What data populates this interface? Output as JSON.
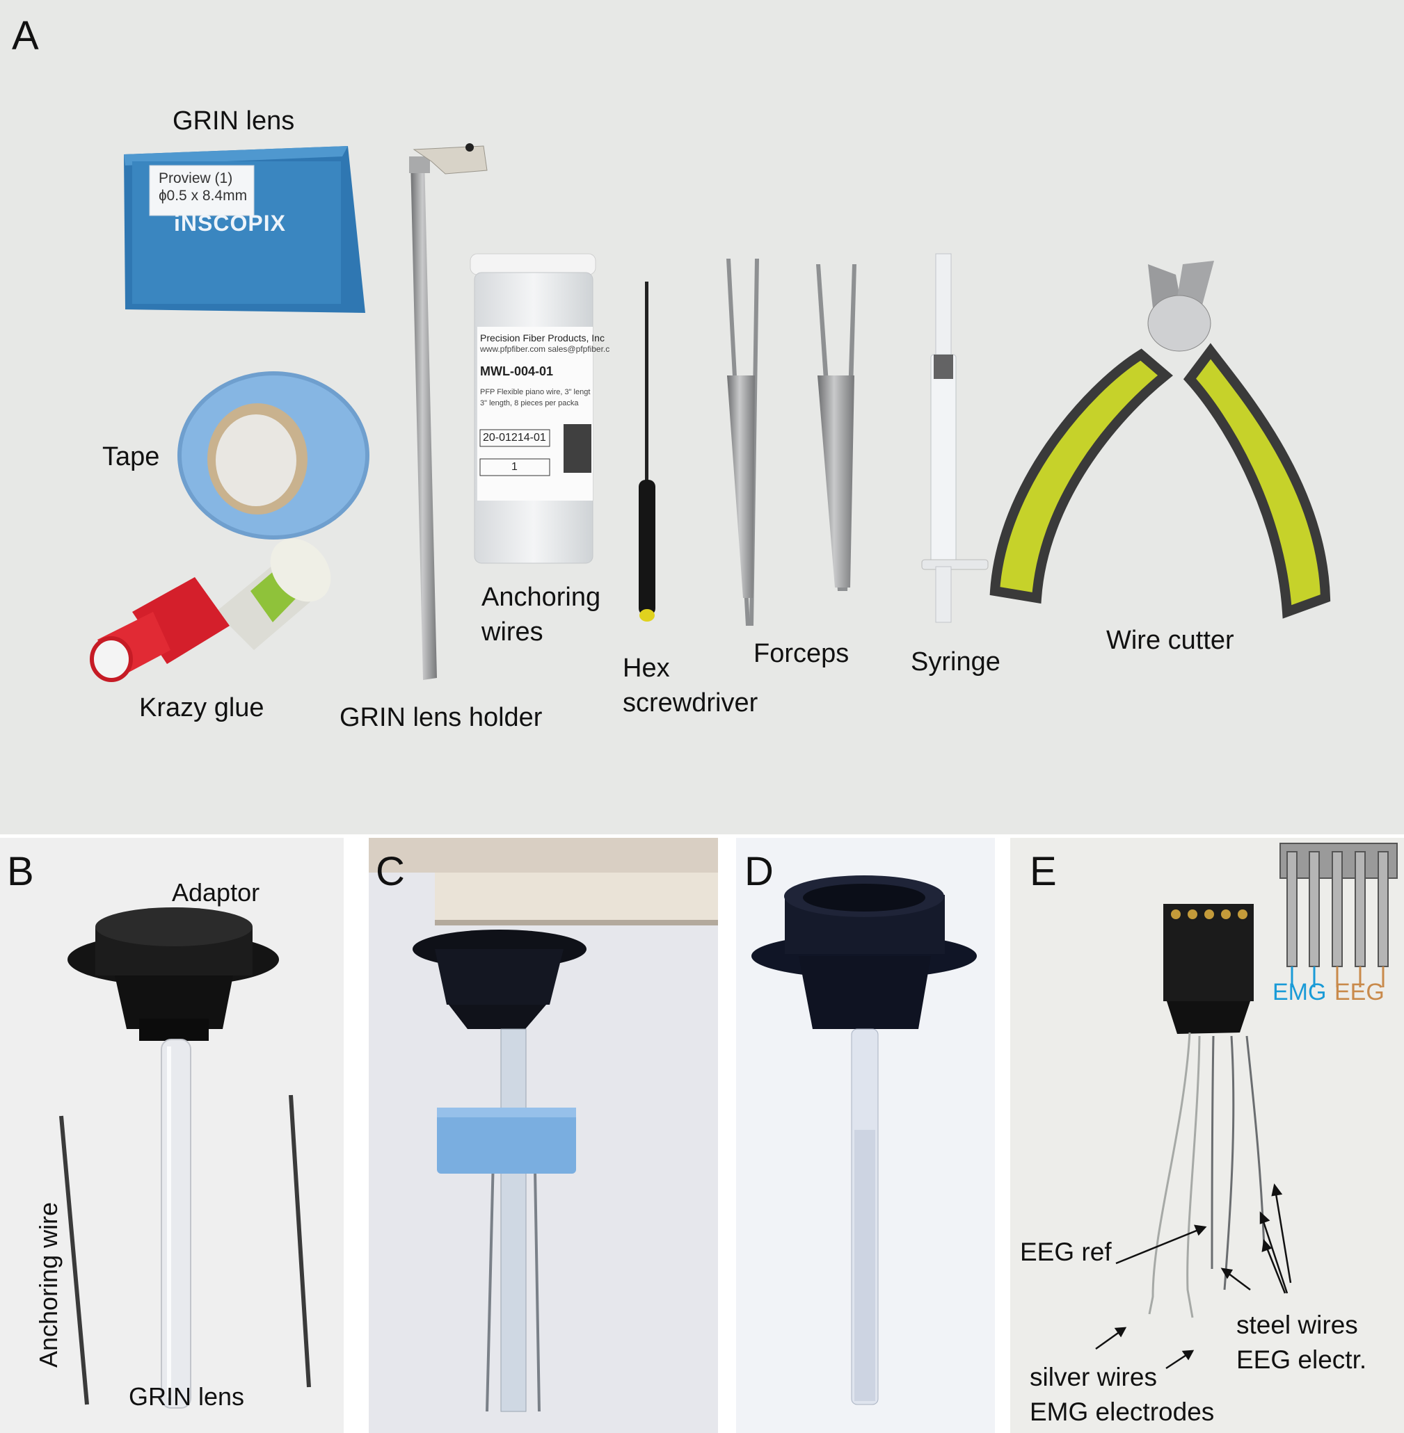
{
  "panels": {
    "a": {
      "letter": "A",
      "grin_lens": "GRIN lens",
      "box_line1": "Proview    (1)",
      "box_line2": "ɸ0.5 x 8.4mm",
      "box_brand": "iNSCOPIX",
      "tape": "Tape",
      "krazy_glue": "Krazy glue",
      "grin_lens_holder": "GRIN lens holder",
      "vial_line1": "Precision Fiber Products, Inc",
      "vial_line2": "www.pfpfiber.com   sales@pfpfiber.c",
      "vial_line3": "MWL-004-01",
      "vial_line4": "PFP Flexible piano wire, 3\" lengt",
      "vial_line5": "3\" length, 8 pieces per packa",
      "vial_line6": "20-01214-01",
      "vial_line7": "1",
      "anchoring_wires_1": "Anchoring",
      "anchoring_wires_2": "wires",
      "hex_1": "Hex",
      "hex_2": "screwdriver",
      "forceps": "Forceps",
      "syringe": "Syringe",
      "wire_cutter": "Wire cutter"
    },
    "b": {
      "letter": "B",
      "adaptor": "Adaptor",
      "anchoring_wire": "Anchoring wire",
      "grin_lens": "GRIN lens"
    },
    "c": {
      "letter": "C"
    },
    "d": {
      "letter": "D"
    },
    "e": {
      "letter": "E",
      "emg": "EMG",
      "eeg": "EEG",
      "eeg_ref": "EEG ref",
      "steel_1": "steel wires",
      "steel_2": "EEG electr.",
      "silver_1": "silver wires",
      "silver_2": "EMG electrodes"
    }
  },
  "colors": {
    "emg_blue": "#1a9bd7",
    "eeg_orange": "#c98a4b",
    "box_blue": "#3a86c0",
    "tape_blue": "#86b6e3",
    "cutter_yellow": "#c6d22a"
  }
}
